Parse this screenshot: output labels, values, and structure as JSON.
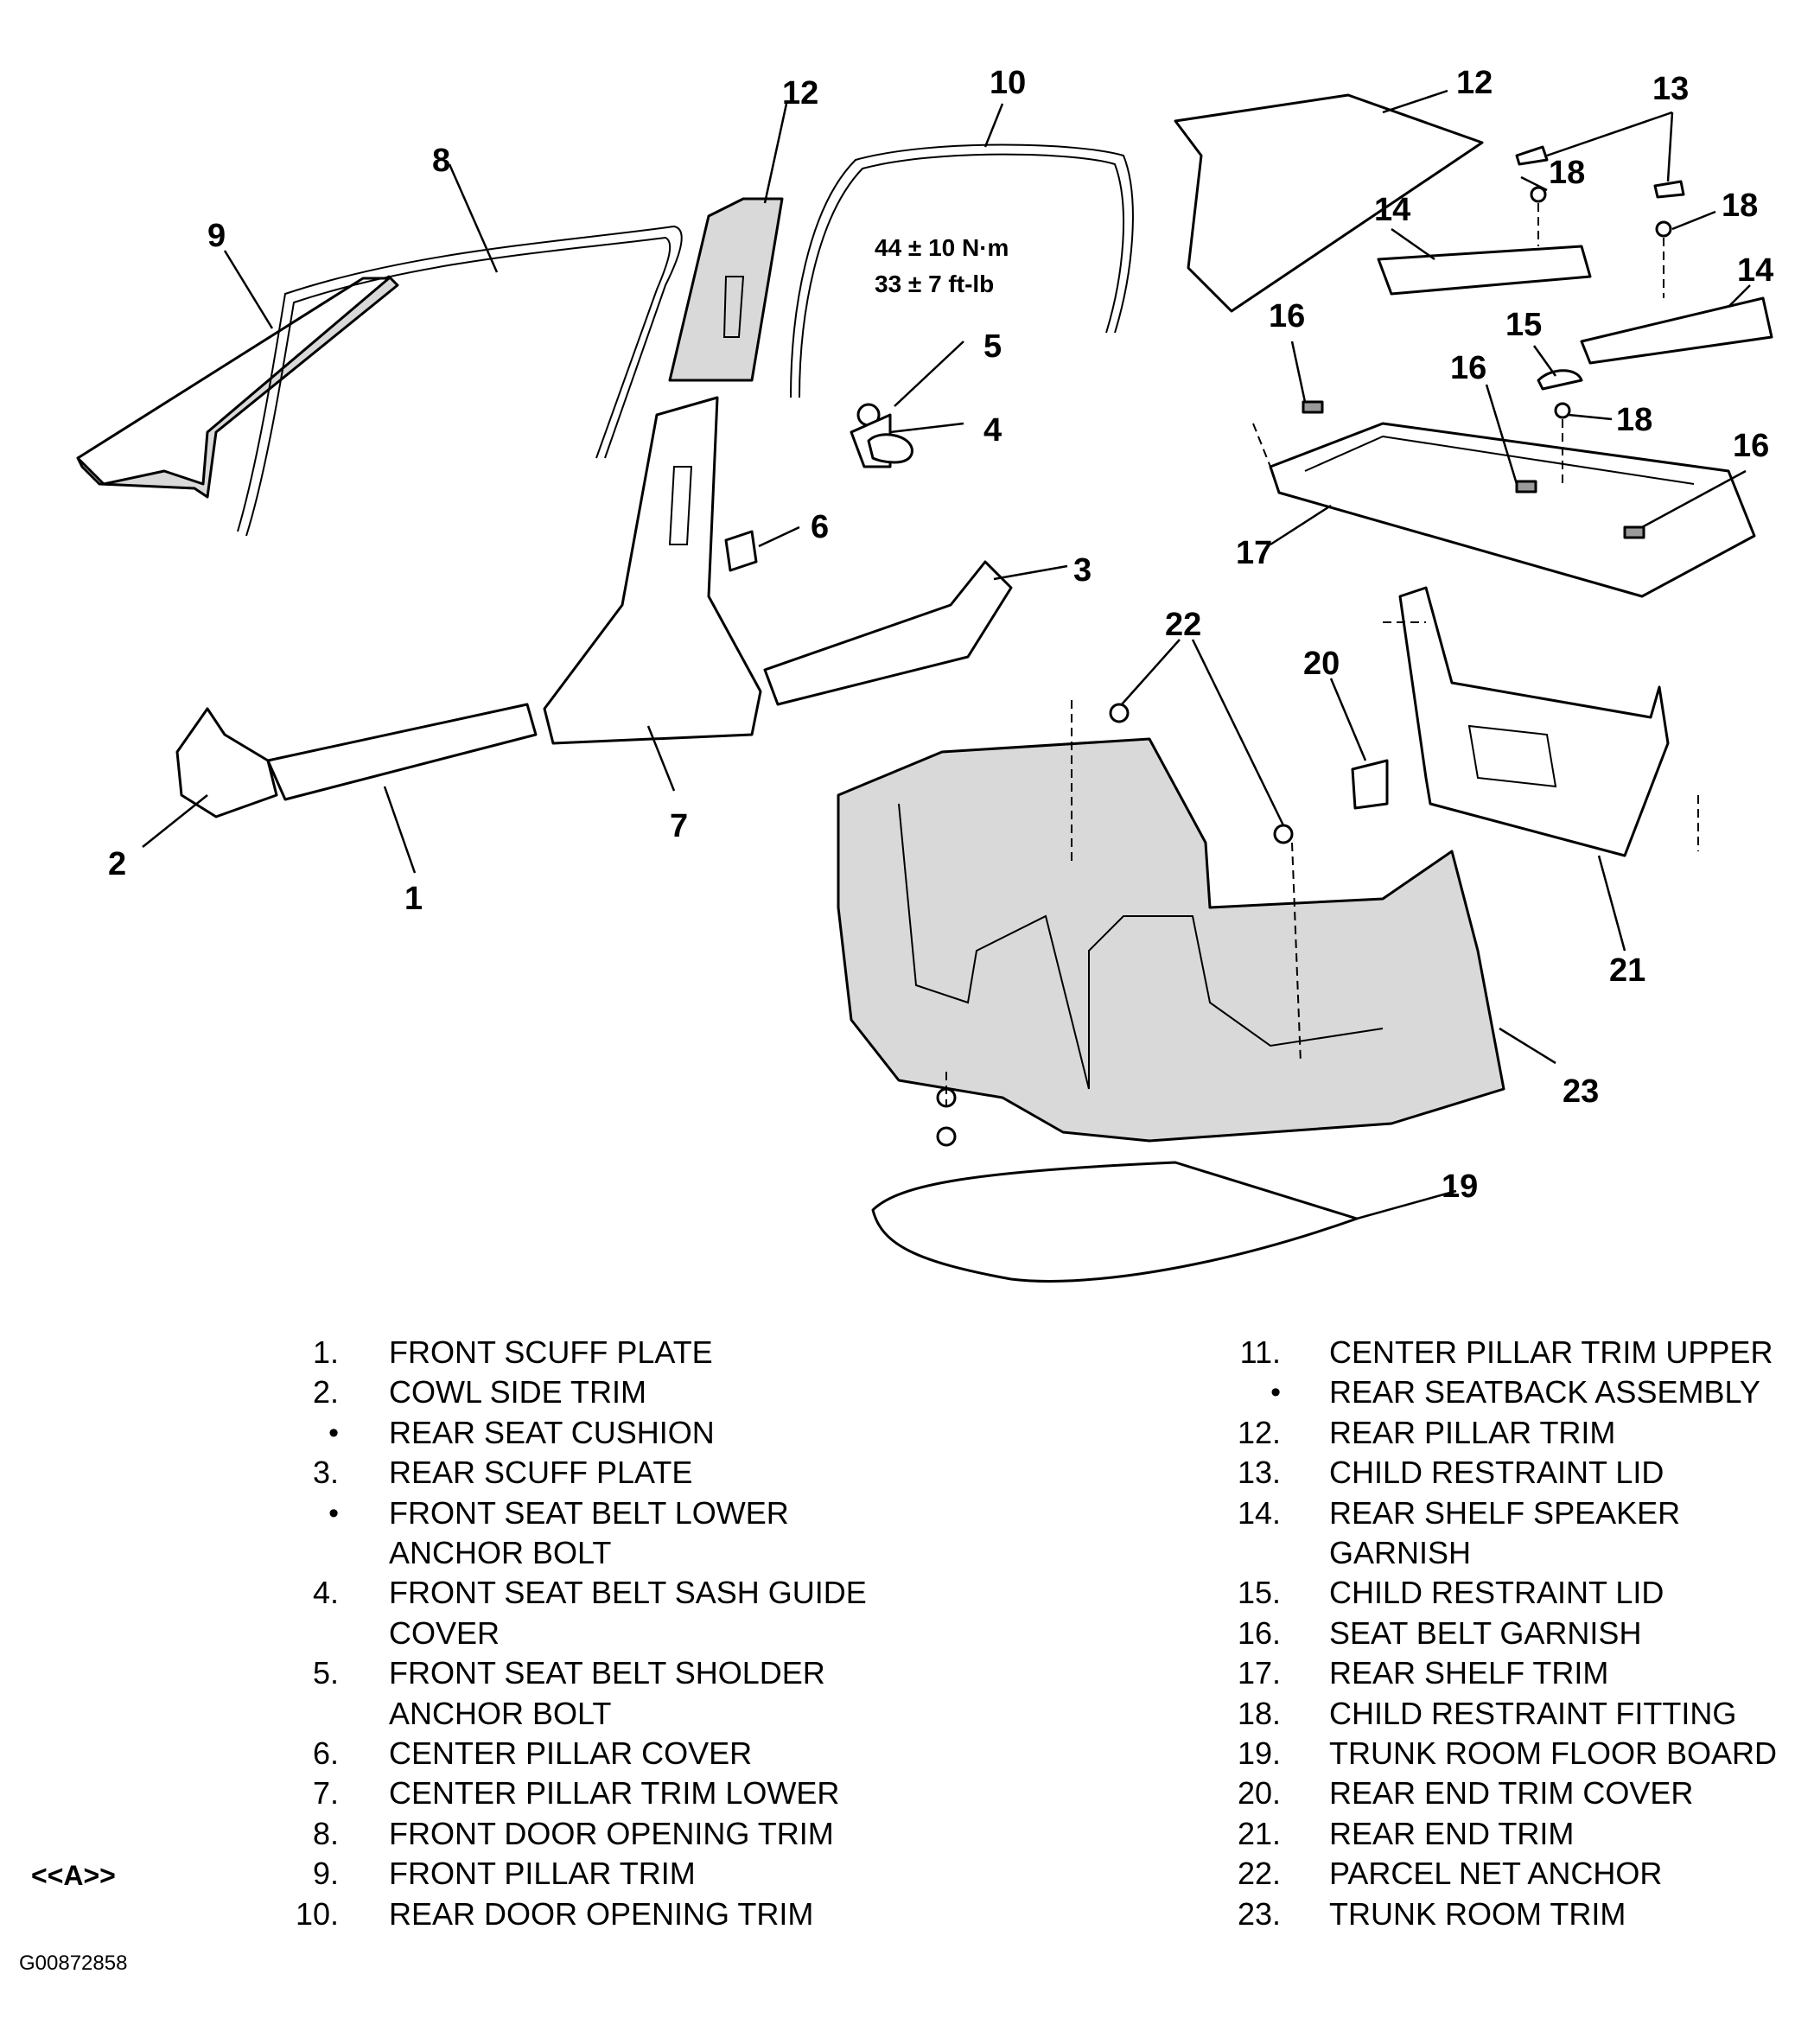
{
  "torque_spec": {
    "line1": "44 ± 10 N·m",
    "line2": "33 ± 7 ft-lb"
  },
  "callouts": {
    "c1": "1",
    "c2": "2",
    "c3": "3",
    "c4": "4",
    "c5": "5",
    "c6": "6",
    "c7": "7",
    "c8": "8",
    "c9": "9",
    "c10": "10",
    "c12a": "12",
    "c12b": "12",
    "c13": "13",
    "c14a": "14",
    "c14b": "14",
    "c15": "15",
    "c16a": "16",
    "c16b": "16",
    "c16c": "16",
    "c17": "17",
    "c18a": "18",
    "c18b": "18",
    "c18c": "18",
    "c19": "19",
    "c20": "20",
    "c21": "21",
    "c22": "22",
    "c23": "23"
  },
  "legend_left": [
    {
      "num": "1.",
      "text": "FRONT SCUFF PLATE"
    },
    {
      "num": "2.",
      "text": "COWL SIDE TRIM"
    },
    {
      "num": "•",
      "text": "REAR SEAT CUSHION"
    },
    {
      "num": "3.",
      "text": "REAR SCUFF PLATE"
    },
    {
      "num": "•",
      "text": "FRONT SEAT BELT LOWER"
    },
    {
      "num": "",
      "text": "ANCHOR BOLT"
    },
    {
      "num": "4.",
      "text": "FRONT SEAT BELT SASH GUIDE"
    },
    {
      "num": "",
      "text": "COVER"
    },
    {
      "num": "5.",
      "text": "FRONT SEAT BELT SHOLDER"
    },
    {
      "num": "",
      "text": "ANCHOR BOLT"
    },
    {
      "num": "6.",
      "text": "CENTER PILLAR COVER"
    },
    {
      "num": "7.",
      "text": "CENTER PILLAR TRIM LOWER"
    },
    {
      "num": "8.",
      "text": "FRONT DOOR OPENING TRIM"
    },
    {
      "num": "9.",
      "text": "FRONT PILLAR TRIM"
    },
    {
      "num": "10.",
      "text": "REAR DOOR OPENING TRIM"
    }
  ],
  "legend_right": [
    {
      "num": "11.",
      "text": "CENTER PILLAR TRIM UPPER"
    },
    {
      "num": "•",
      "text": "REAR SEATBACK ASSEMBLY"
    },
    {
      "num": "12.",
      "text": "REAR PILLAR TRIM"
    },
    {
      "num": "13.",
      "text": "CHILD RESTRAINT LID"
    },
    {
      "num": "14.",
      "text": "REAR SHELF SPEAKER"
    },
    {
      "num": "",
      "text": "GARNISH"
    },
    {
      "num": "15.",
      "text": "CHILD RESTRAINT LID"
    },
    {
      "num": "16.",
      "text": "SEAT BELT GARNISH"
    },
    {
      "num": "17.",
      "text": "REAR SHELF TRIM"
    },
    {
      "num": "18.",
      "text": "CHILD RESTRAINT FITTING"
    },
    {
      "num": "19.",
      "text": "TRUNK ROOM FLOOR BOARD"
    },
    {
      "num": "20.",
      "text": "REAR END TRIM COVER"
    },
    {
      "num": "21.",
      "text": "REAR END TRIM"
    },
    {
      "num": "22.",
      "text": "PARCEL NET ANCHOR"
    },
    {
      "num": "23.",
      "text": "TRUNK ROOM TRIM"
    }
  ],
  "view_label": "<<A>>",
  "figure_id": "G00872858"
}
